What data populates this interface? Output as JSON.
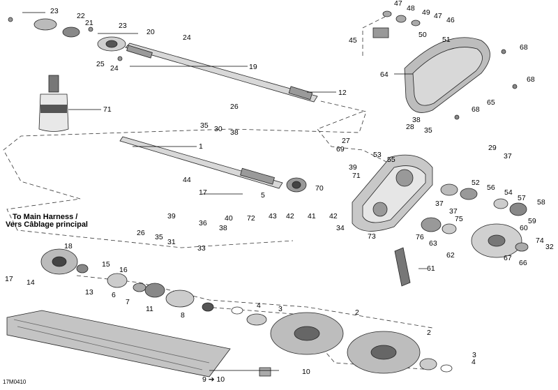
{
  "diagram": {
    "code": "17M0410",
    "harness_note_line1": "To Main Harness /",
    "harness_note_line2": "Vers Câblage principal",
    "callouts": [
      {
        "id": "c23a",
        "label": "23"
      },
      {
        "id": "c22",
        "label": "22"
      },
      {
        "id": "c21",
        "label": "21"
      },
      {
        "id": "c23b",
        "label": "23"
      },
      {
        "id": "c20",
        "label": "20"
      },
      {
        "id": "c24a",
        "label": "24"
      },
      {
        "id": "c25",
        "label": "25"
      },
      {
        "id": "c24b",
        "label": "24"
      },
      {
        "id": "c19",
        "label": "19"
      },
      {
        "id": "c12",
        "label": "12"
      },
      {
        "id": "c71",
        "label": "71"
      },
      {
        "id": "c47a",
        "label": "47"
      },
      {
        "id": "c48",
        "label": "48"
      },
      {
        "id": "c49",
        "label": "49"
      },
      {
        "id": "c47b",
        "label": "47"
      },
      {
        "id": "c46",
        "label": "46"
      },
      {
        "id": "c50",
        "label": "50"
      },
      {
        "id": "c51",
        "label": "51"
      },
      {
        "id": "c45",
        "label": "45"
      },
      {
        "id": "c68a",
        "label": "68"
      },
      {
        "id": "c64",
        "label": "64"
      },
      {
        "id": "c68b",
        "label": "68"
      },
      {
        "id": "c65",
        "label": "65"
      },
      {
        "id": "c68c",
        "label": "68"
      },
      {
        "id": "c26a",
        "label": "26"
      },
      {
        "id": "c35a",
        "label": "35"
      },
      {
        "id": "c30",
        "label": "30"
      },
      {
        "id": "c38a",
        "label": "38"
      },
      {
        "id": "c38b",
        "label": "38"
      },
      {
        "id": "c28",
        "label": "28"
      },
      {
        "id": "c35b",
        "label": "35"
      },
      {
        "id": "c27",
        "label": "27"
      },
      {
        "id": "c1",
        "label": "1"
      },
      {
        "id": "c69",
        "label": "69"
      },
      {
        "id": "c29",
        "label": "29"
      },
      {
        "id": "c37a",
        "label": "37"
      },
      {
        "id": "c53",
        "label": "53"
      },
      {
        "id": "c55",
        "label": "55"
      },
      {
        "id": "c39a",
        "label": "39"
      },
      {
        "id": "c44",
        "label": "44"
      },
      {
        "id": "c71b",
        "label": "71"
      },
      {
        "id": "c52",
        "label": "52"
      },
      {
        "id": "c56",
        "label": "56"
      },
      {
        "id": "c54",
        "label": "54"
      },
      {
        "id": "c70",
        "label": "70"
      },
      {
        "id": "c5",
        "label": "5"
      },
      {
        "id": "c17a",
        "label": "17"
      },
      {
        "id": "c57",
        "label": "57"
      },
      {
        "id": "c58",
        "label": "58"
      },
      {
        "id": "c37b",
        "label": "37"
      },
      {
        "id": "c37c",
        "label": "37"
      },
      {
        "id": "c59",
        "label": "59"
      },
      {
        "id": "c39b",
        "label": "39"
      },
      {
        "id": "c40",
        "label": "40"
      },
      {
        "id": "c72",
        "label": "72"
      },
      {
        "id": "c43",
        "label": "43"
      },
      {
        "id": "c42a",
        "label": "42"
      },
      {
        "id": "c41",
        "label": "41"
      },
      {
        "id": "c42b",
        "label": "42"
      },
      {
        "id": "c75",
        "label": "75"
      },
      {
        "id": "c60",
        "label": "60"
      },
      {
        "id": "c36",
        "label": "36"
      },
      {
        "id": "c38c",
        "label": "38"
      },
      {
        "id": "c26b",
        "label": "26"
      },
      {
        "id": "c34",
        "label": "34"
      },
      {
        "id": "c73",
        "label": "73"
      },
      {
        "id": "c76",
        "label": "76"
      },
      {
        "id": "c35c",
        "label": "35"
      },
      {
        "id": "c31",
        "label": "31"
      },
      {
        "id": "c63",
        "label": "63"
      },
      {
        "id": "c74",
        "label": "74"
      },
      {
        "id": "c32",
        "label": "32"
      },
      {
        "id": "c33",
        "label": "33"
      },
      {
        "id": "c18",
        "label": "18"
      },
      {
        "id": "c62",
        "label": "62"
      },
      {
        "id": "c67",
        "label": "67"
      },
      {
        "id": "c66",
        "label": "66"
      },
      {
        "id": "c15",
        "label": "15"
      },
      {
        "id": "c16",
        "label": "16"
      },
      {
        "id": "c17b",
        "label": "17"
      },
      {
        "id": "c14",
        "label": "14"
      },
      {
        "id": "c61",
        "label": "61"
      },
      {
        "id": "c13",
        "label": "13"
      },
      {
        "id": "c6",
        "label": "6"
      },
      {
        "id": "c7",
        "label": "7"
      },
      {
        "id": "c11",
        "label": "11"
      },
      {
        "id": "c4a",
        "label": "4"
      },
      {
        "id": "c3a",
        "label": "3"
      },
      {
        "id": "c8",
        "label": "8"
      },
      {
        "id": "c2a",
        "label": "2"
      },
      {
        "id": "c2b",
        "label": "2"
      },
      {
        "id": "c3b",
        "label": "3"
      },
      {
        "id": "c4b",
        "label": "4"
      },
      {
        "id": "c10",
        "label": "10"
      },
      {
        "id": "c9",
        "label": "9 ➔ 10"
      }
    ]
  }
}
